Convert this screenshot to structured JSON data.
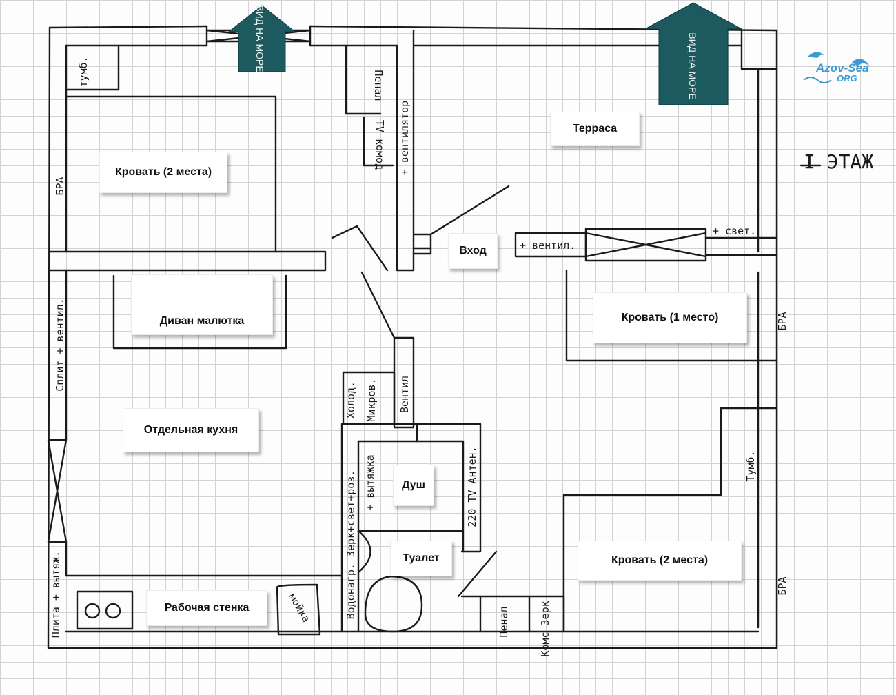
{
  "view_arrows": [
    {
      "text": "ВИД НА МОРЕ",
      "color": "#1d5a60"
    },
    {
      "text": "ВИД НА МОРЕ",
      "color": "#1d5a60"
    }
  ],
  "logo": {
    "line1": "Azov-Sea",
    "line2": "ORG",
    "color": "#3d9ad1"
  },
  "floor_title": "I ЭТАЖ",
  "rooms": {
    "bed_top_left": "Кровать (2 места)",
    "terrace": "Терраса",
    "entrance": "Вход",
    "sofa": "Диван малютка",
    "bed_single": "Кровать (1 место)",
    "kitchen": "Отдельная кухня",
    "shower": "Душ",
    "toilet": "Туалет",
    "bed_bottom_right": "Кровать (2 места)",
    "worktop": "Рабочая стенка"
  },
  "handwritten": {
    "tumb_top": "тумб.",
    "bra_left": "БРА",
    "penal_top": "Пенал",
    "tv_komod": "TV комод",
    "ventilator": "+ вентилятор",
    "split": "Сплит + вентил.",
    "plita": "Плита + вытяж.",
    "kholod": "Холод.",
    "mikrov": "Микров.",
    "ventil_mid": "Вентил",
    "vodonagr": "Водонагр. Зерк+свет+роз.",
    "vytyazhka": "+ вытяжка",
    "tv_anten": "220 TV Антен.",
    "moyka": "мойка",
    "penal_bottom": "Пенал",
    "komod_zerk": "Комс Зерк",
    "ventil_door": "+ вентил.",
    "svet": "+ свет.",
    "bra_right_top": "БРА",
    "tumb_right": "Тумб.",
    "bra_right_bottom": "БРА"
  }
}
